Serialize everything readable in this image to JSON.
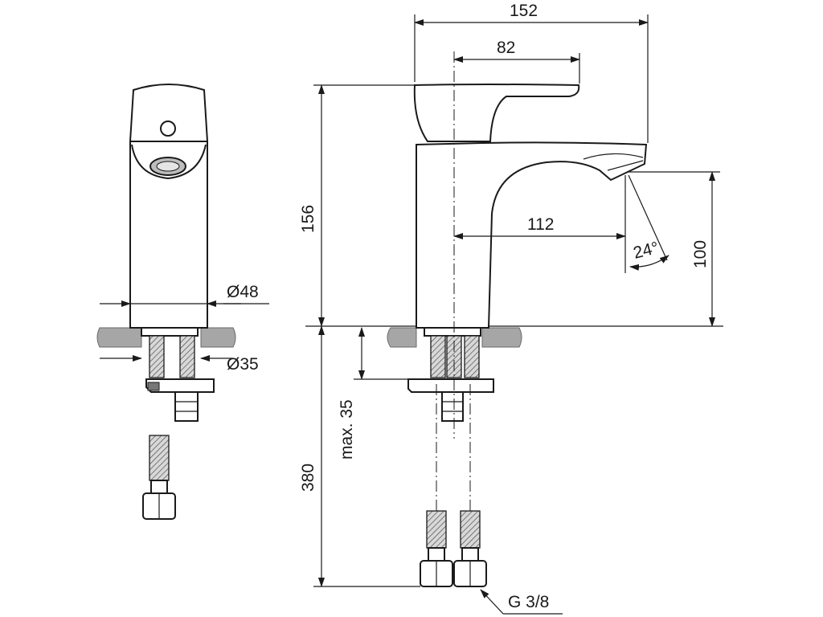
{
  "dimensions": {
    "overall_width": "152",
    "lever_depth": "82",
    "height": "156",
    "spout_reach": "112",
    "spout_clearance": "100",
    "spray_angle": "24°",
    "body_diameter": "Ø48",
    "hole_diameter": "Ø35",
    "max_deck": "max. 35",
    "hose_length": "380",
    "thread": "G 3/8"
  }
}
